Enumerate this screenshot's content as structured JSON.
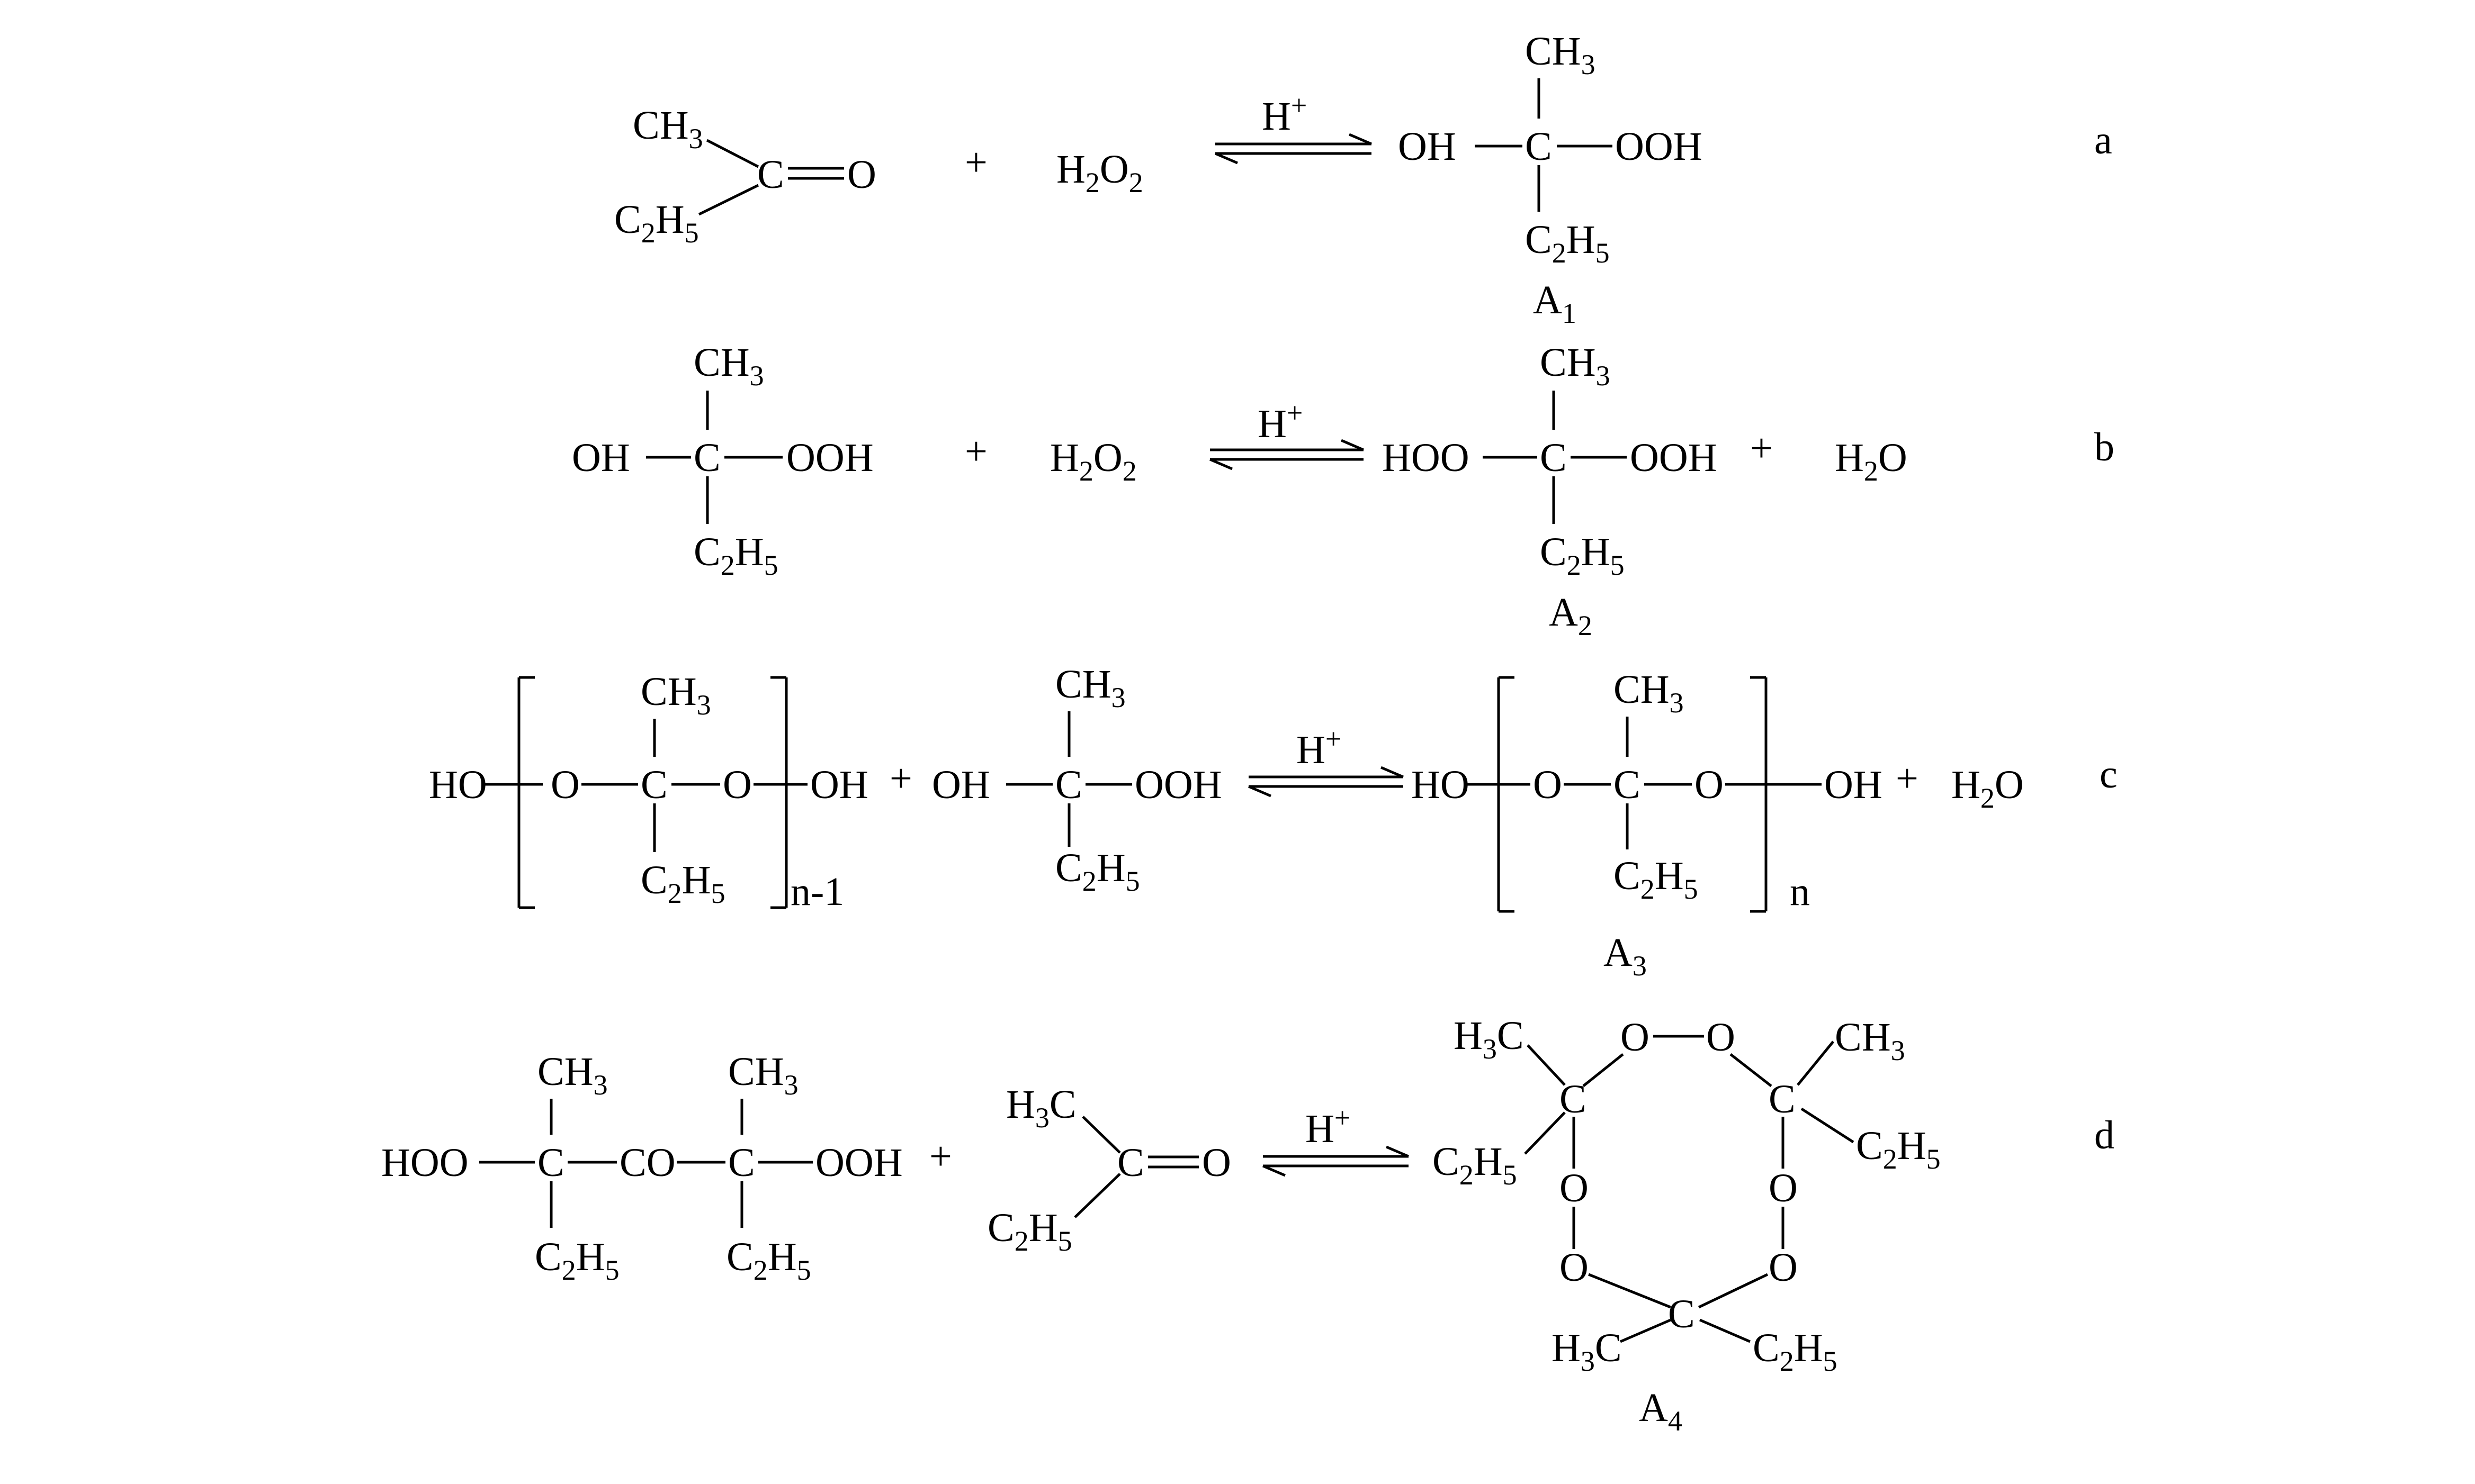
{
  "atoms": {
    "ch3": [
      "CH",
      "3"
    ],
    "h3c": [
      "H",
      "3",
      "C"
    ],
    "c2h5": [
      "C",
      "2",
      "H",
      "5"
    ],
    "h2o2": [
      "H",
      "2",
      "O",
      "2"
    ],
    "h2o": [
      "H",
      "2",
      "O"
    ],
    "c": "C",
    "o": "O",
    "oh": "OH",
    "ho": "HO",
    "ooh": "OOH",
    "hoo": "HOO",
    "co": "CO",
    "plus": "+",
    "catalyst": [
      "H",
      "+"
    ],
    "n_minus_1": "n-1",
    "n": "n"
  },
  "reactions": [
    {
      "label": "a",
      "product": [
        "A",
        "1"
      ]
    },
    {
      "label": "b",
      "product": [
        "A",
        "2"
      ]
    },
    {
      "label": "c",
      "product": [
        "A",
        "3"
      ]
    },
    {
      "label": "d",
      "product": [
        "A",
        "4"
      ]
    }
  ]
}
